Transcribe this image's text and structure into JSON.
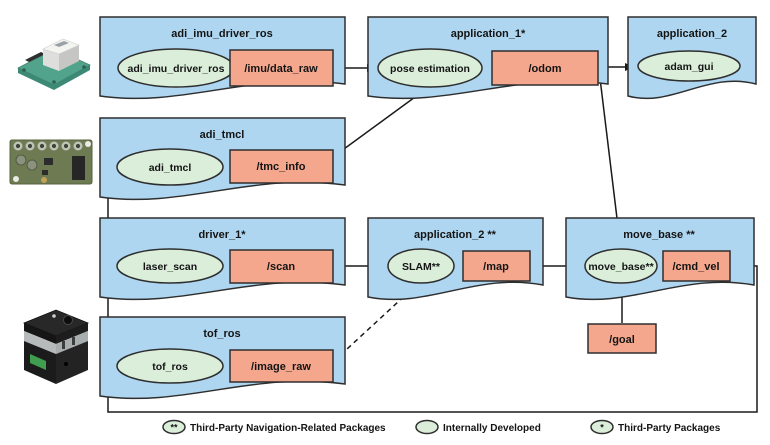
{
  "colors": {
    "package_box_fill": "#aed6f0",
    "node_ellipse_fill": "#daeeda",
    "topic_rect_fill": "#f5a78d",
    "outline": "#2e2e2e"
  },
  "packages": [
    {
      "title": "adi_imu_driver_ros",
      "node": "adi_imu_driver_ros",
      "topic": "/imu/data_raw"
    },
    {
      "title": "application_1*",
      "node": "pose estimation",
      "topic": "/odom"
    },
    {
      "title": "application_2",
      "node": "adam_gui"
    },
    {
      "title": "adi_tmcl",
      "node": "adi_tmcl",
      "topic": "/tmc_info"
    },
    {
      "title": "driver_1*",
      "node": "laser_scan",
      "topic": "/scan"
    },
    {
      "title": "application_2 **",
      "node": "SLAM**",
      "topic": "/map"
    },
    {
      "title": "move_base **",
      "node": "move_base**",
      "topic": "/cmd_vel"
    },
    {
      "title": "tof_ros",
      "node": "tof_ros",
      "topic": "/image_raw"
    }
  ],
  "standalone_topic": "/goal",
  "legend": [
    {
      "symbol": "**",
      "label": "Third-Party Navigation-Related Packages"
    },
    {
      "symbol": "",
      "label": "Internally Developed"
    },
    {
      "symbol": "*",
      "label": "Third-Party Packages"
    }
  ]
}
